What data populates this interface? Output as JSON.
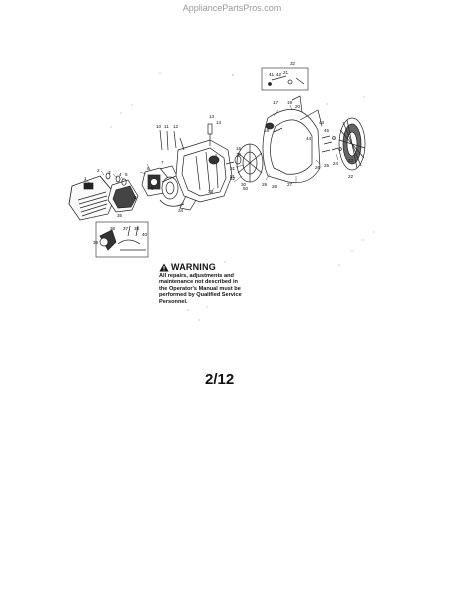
{
  "watermark": "AppliancePartsPros.com",
  "diagram": {
    "part_numbers": [
      "1",
      "2",
      "3",
      "4",
      "5",
      "6",
      "7",
      "8",
      "9",
      "10",
      "11",
      "12",
      "13",
      "14",
      "15",
      "16",
      "17",
      "18",
      "19",
      "20",
      "21",
      "22",
      "23",
      "24",
      "25",
      "26",
      "27",
      "28",
      "29",
      "30",
      "31",
      "32",
      "33",
      "34",
      "35",
      "36",
      "37",
      "38",
      "39",
      "40",
      "41",
      "42",
      "43",
      "44",
      "45",
      "50",
      "51",
      "52"
    ]
  },
  "warning": {
    "title": "WARNING",
    "lines": [
      "All repairs, adjustments and",
      "maintenance not described in",
      "the Operator's Manual must be",
      "performed by Qualified Service",
      "Personnel."
    ]
  },
  "page": {
    "number": "2/12"
  },
  "icons": {
    "warning": "warning-triangle-icon"
  }
}
